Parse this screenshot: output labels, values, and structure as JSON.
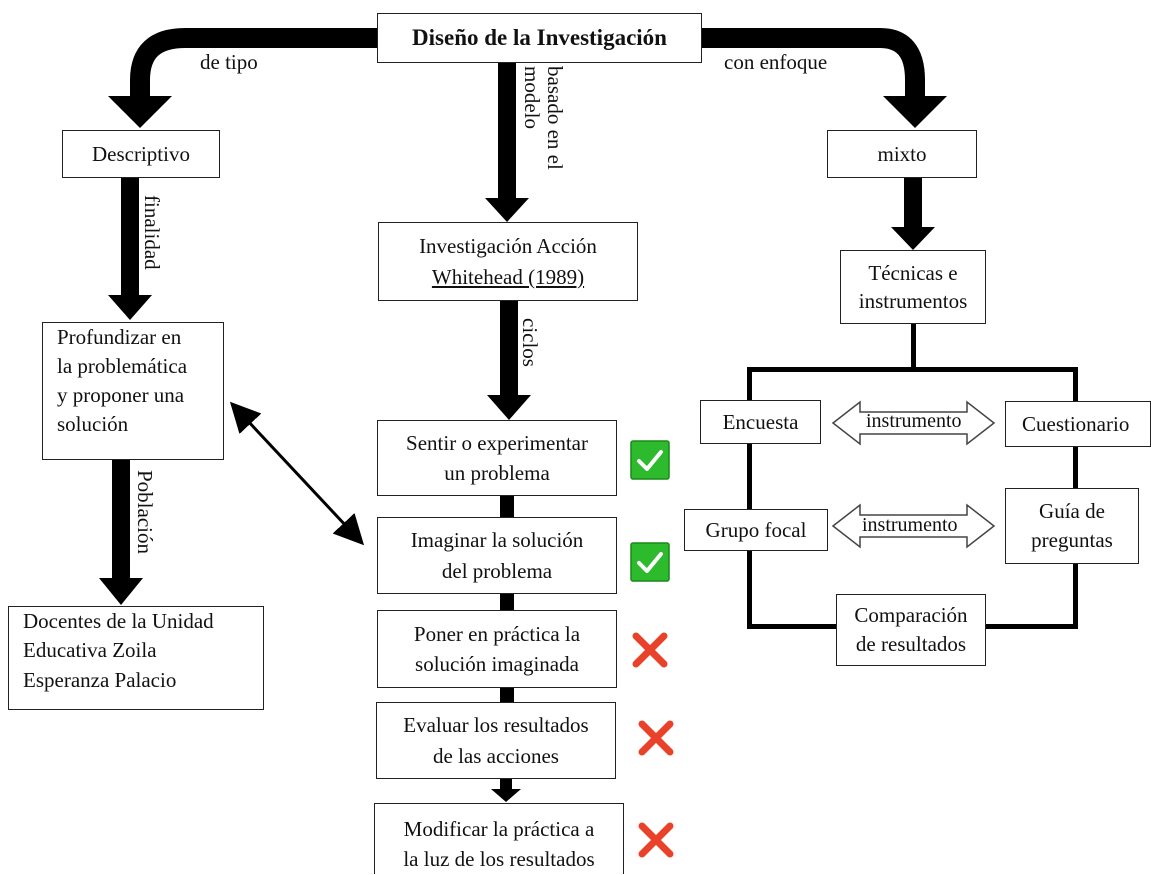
{
  "title": "Diseño de la Investigación",
  "edges": {
    "de_tipo": "de tipo",
    "con_enfoque": "con enfoque",
    "basado_en_el_modelo": "basado en el modelo",
    "finalidad": "finalidad",
    "poblacion": "Población",
    "ciclos": "ciclos",
    "instrumento_1": "instrumento",
    "instrumento_2": "instrumento"
  },
  "nodes": {
    "descriptivo": "Descriptivo",
    "mixto": "mixto",
    "investigacion_accion": "Investigación Acción",
    "whitehead": "Whitehead (1989)",
    "profundizar": [
      "Profundizar en",
      "la problemática",
      "y proponer una",
      "solución"
    ],
    "docentes": [
      "Docentes de la Unidad",
      "Educativa Zoila",
      "Esperanza Palacio"
    ],
    "tecnicas": [
      "Técnicas e",
      "instrumentos"
    ],
    "encuesta": "Encuesta",
    "cuestionario": "Cuestionario",
    "grupo_focal": "Grupo focal",
    "guia": [
      "Guía de",
      "preguntas"
    ],
    "comparacion": [
      "Comparación",
      "de resultados"
    ]
  },
  "cycle_steps": [
    {
      "lines": [
        "Sentir o experimentar",
        "un problema"
      ],
      "status": "check"
    },
    {
      "lines": [
        "Imaginar la solución",
        "del problema"
      ],
      "status": "check"
    },
    {
      "lines": [
        "Poner en práctica la",
        "solución imaginada"
      ],
      "status": "cross"
    },
    {
      "lines": [
        "Evaluar los resultados",
        "de las acciones"
      ],
      "status": "cross"
    },
    {
      "lines": [
        "Modificar la práctica a",
        "la luz de los resultados"
      ],
      "status": "cross"
    }
  ],
  "colors": {
    "check_bg": "#2dbb2d",
    "cross": "#e8432a",
    "arrow": "#000000"
  }
}
